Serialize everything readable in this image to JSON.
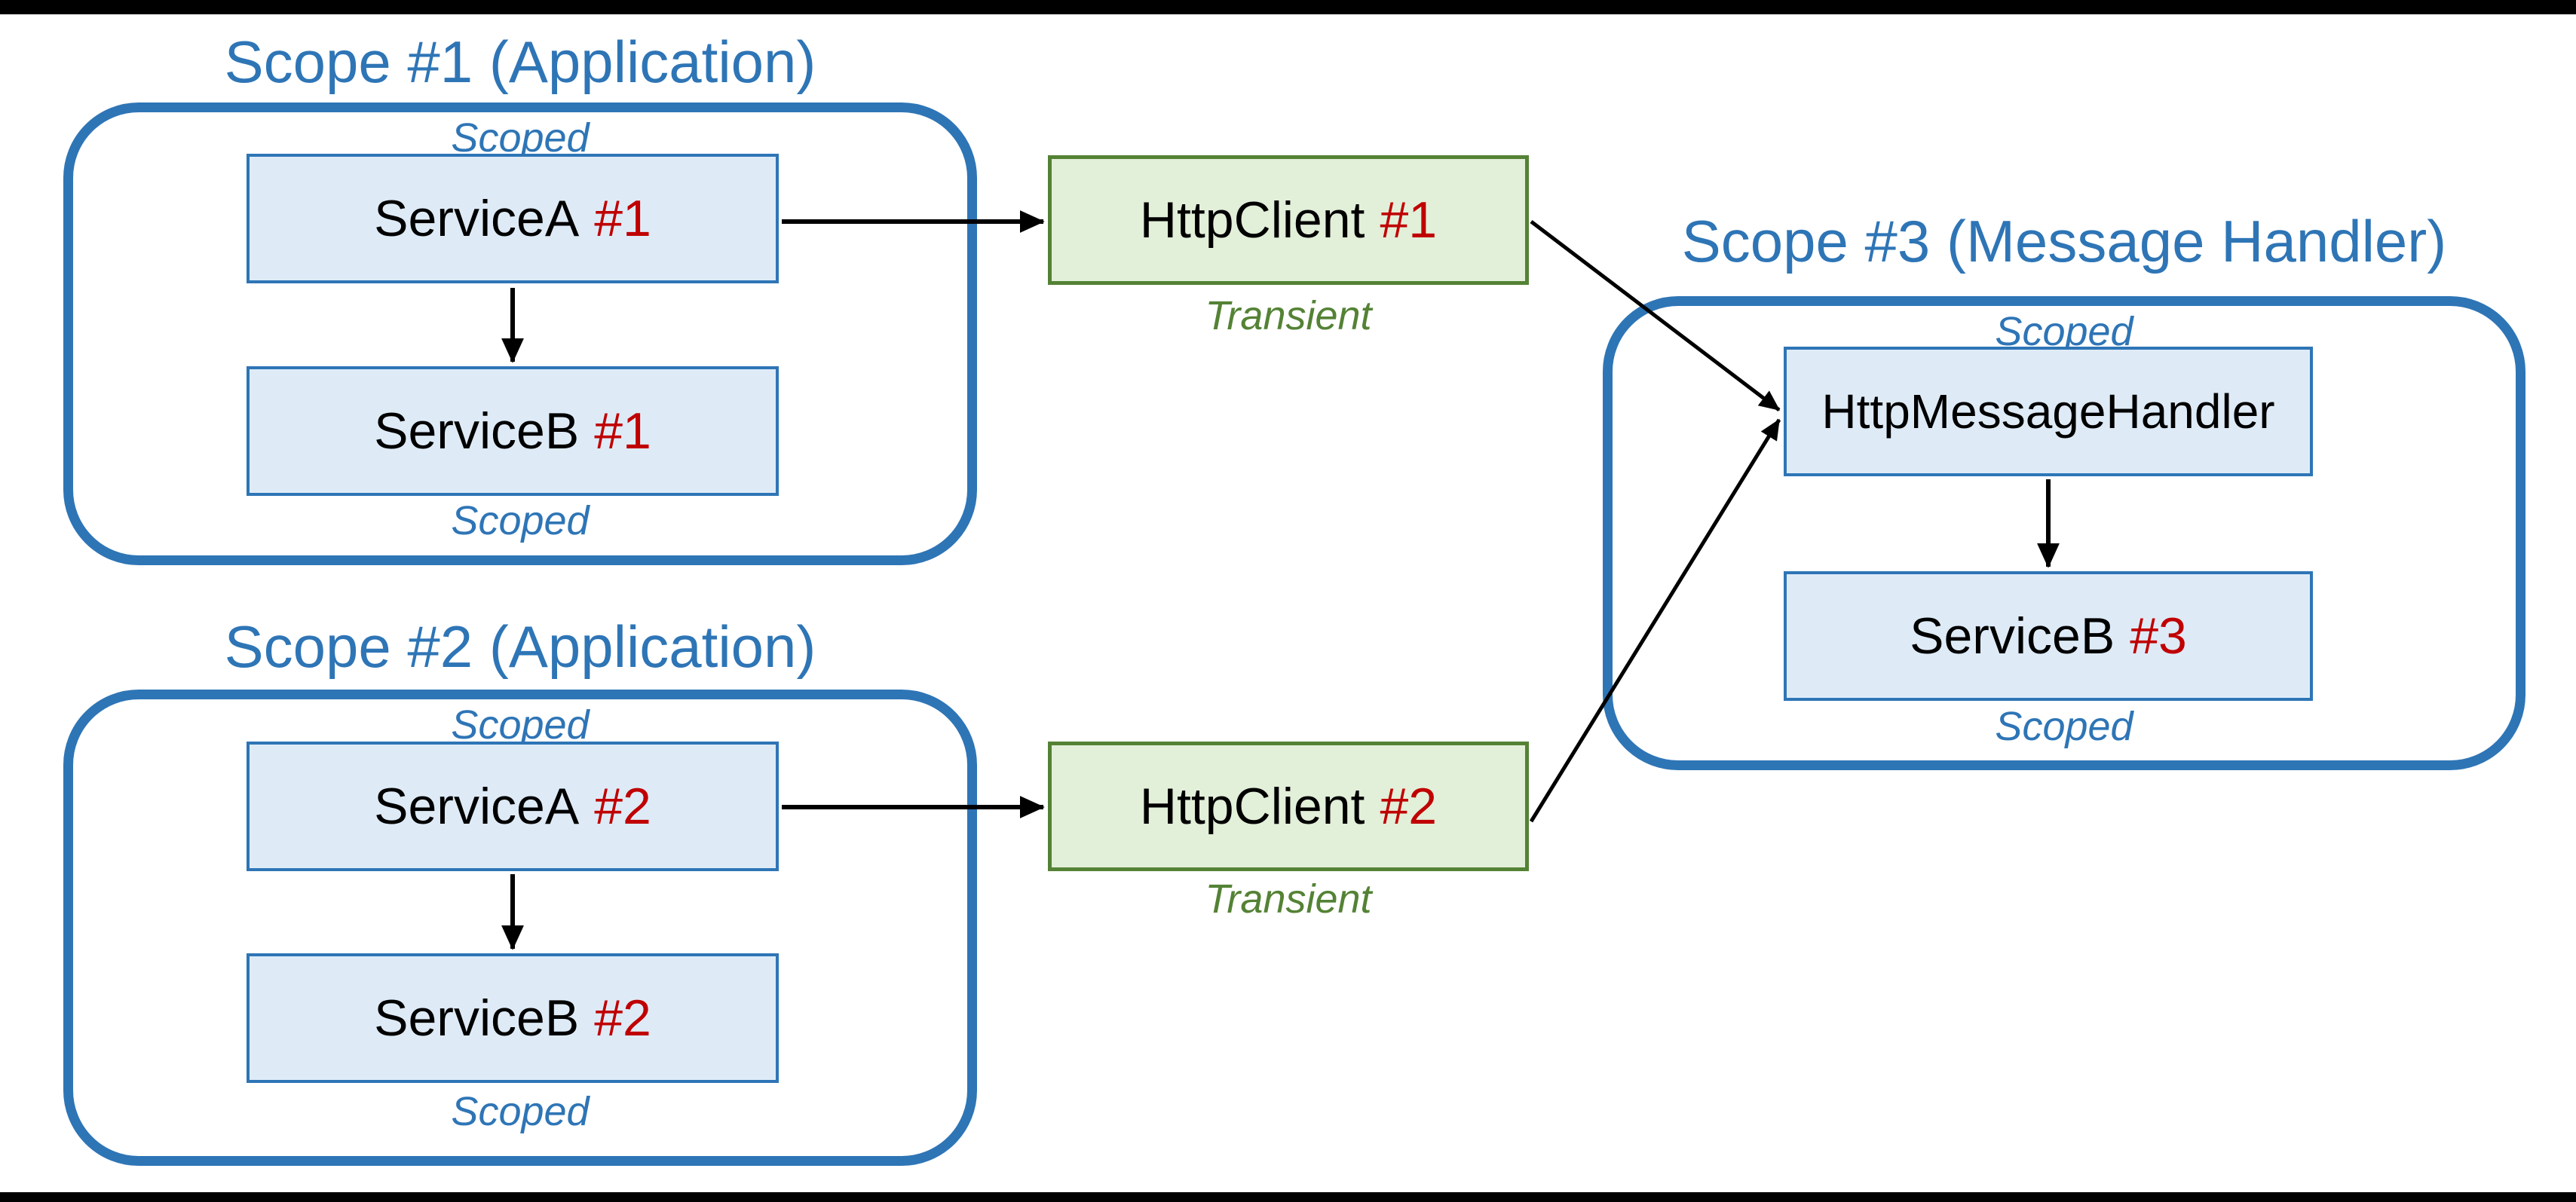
{
  "colors": {
    "scope_blue": "#2E75B6",
    "node_blue_fill": "#DEEBF7",
    "transient_green": "#548235",
    "node_green_fill": "#E2EFD9",
    "instance_red": "#C00000",
    "arrow_black": "#000000",
    "letterbox_black": "#000000"
  },
  "scope1": {
    "title": "Scope #1 (Application)",
    "scoped_top": "Scoped",
    "scoped_bottom": "Scoped",
    "service_a": {
      "name": "ServiceA",
      "instance": "#1"
    },
    "service_b": {
      "name": "ServiceB",
      "instance": "#1"
    }
  },
  "scope2": {
    "title": "Scope #2 (Application)",
    "scoped_top": "Scoped",
    "scoped_bottom": "Scoped",
    "service_a": {
      "name": "ServiceA",
      "instance": "#2"
    },
    "service_b": {
      "name": "ServiceB",
      "instance": "#2"
    }
  },
  "scope3": {
    "title": "Scope #3 (Message Handler)",
    "scoped_top": "Scoped",
    "scoped_bottom": "Scoped",
    "handler": {
      "name": "HttpMessageHandler",
      "instance": ""
    },
    "service_b": {
      "name": "ServiceB",
      "instance": "#3"
    }
  },
  "client1": {
    "name": "HttpClient",
    "instance": "#1",
    "lifetime": "Transient"
  },
  "client2": {
    "name": "HttpClient",
    "instance": "#2",
    "lifetime": "Transient"
  },
  "edges": [
    "ServiceA #1 -> HttpClient #1",
    "ServiceA #1 -> ServiceB #1",
    "ServiceA #2 -> HttpClient #2",
    "ServiceA #2 -> ServiceB #2",
    "HttpClient #1 -> HttpMessageHandler",
    "HttpClient #2 -> HttpMessageHandler",
    "HttpMessageHandler -> ServiceB #3"
  ]
}
